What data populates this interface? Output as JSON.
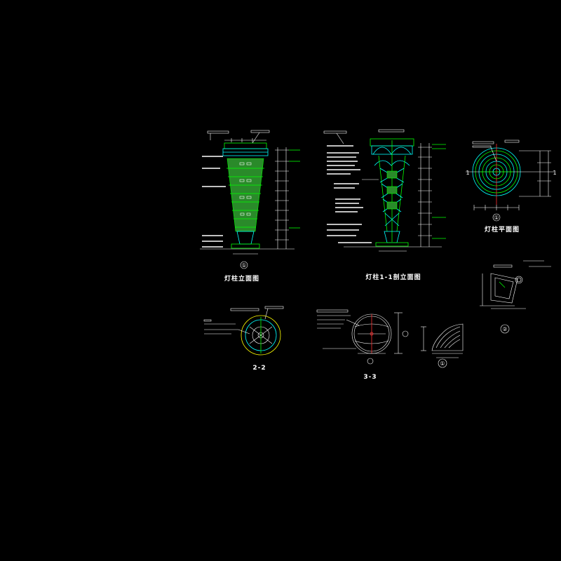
{
  "drawing": {
    "background": "#000000",
    "colors": {
      "primary": "#00ff00",
      "secondary": "#00ffff",
      "text": "#ffffff",
      "accent": "#ffff00",
      "center": "#ff3030"
    }
  },
  "views": {
    "elevation_title": "灯柱立面图",
    "section_title": "灯柱1-1剖立面图",
    "plan_title": "灯柱平面图",
    "section_2_label": "2-2",
    "section_3_label": "3-3",
    "detail_1_mark": "①",
    "detail_2_mark": "②",
    "elevation_axis_mark": "①",
    "plan_axis_mark": "①"
  }
}
